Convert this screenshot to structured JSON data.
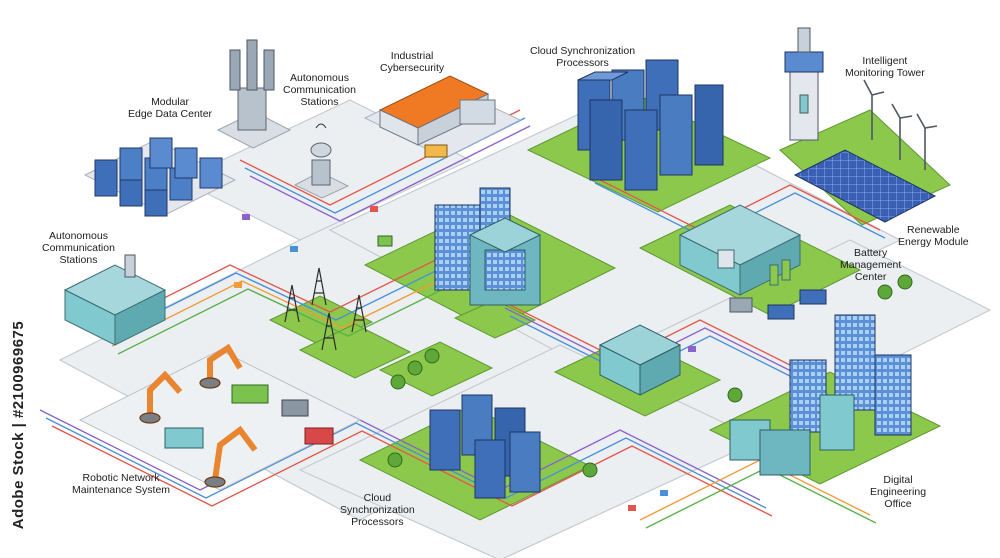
{
  "labels": {
    "modular_edge": [
      "Modular",
      "Edge Data Center"
    ],
    "autonomous_top": [
      "Autonomous",
      "Communication",
      "Stations"
    ],
    "industrial": [
      "Industrial",
      "Cybersecurity"
    ],
    "cloud_top": [
      "Cloud Synchronization",
      "Processors"
    ],
    "monitoring": [
      "Intelligent",
      "Monitoring Tower"
    ],
    "autonomous_left": [
      "Autonomous",
      "Communication",
      "Stations"
    ],
    "renewable": [
      "Renewable",
      "Energy Module"
    ],
    "battery": [
      "Battery",
      "Management",
      "Center"
    ],
    "robotic": [
      "Robotic Network",
      "Maintenance System"
    ],
    "cloud_bottom": [
      "Cloud",
      "Synchronization",
      "Processors"
    ],
    "digital": [
      "Digital",
      "Engineering",
      "Office"
    ]
  },
  "watermark": "Adobe Stock | #2100969675",
  "colors": {
    "grass": "#8cc84b",
    "grass_dark": "#6aa838",
    "road": "#e9ecef",
    "road_edge": "#c9ced4",
    "server_blue": "#3f6fb8",
    "server_dark": "#2f4f8a",
    "teal": "#7fc9cf",
    "orange_roof": "#f07a24",
    "robot_orange": "#e9852f",
    "line_red": "#e2574c",
    "line_blue": "#4a90d9",
    "line_purple": "#8b63c9",
    "line_orange": "#f29a3c",
    "line_green": "#5bb04b"
  }
}
